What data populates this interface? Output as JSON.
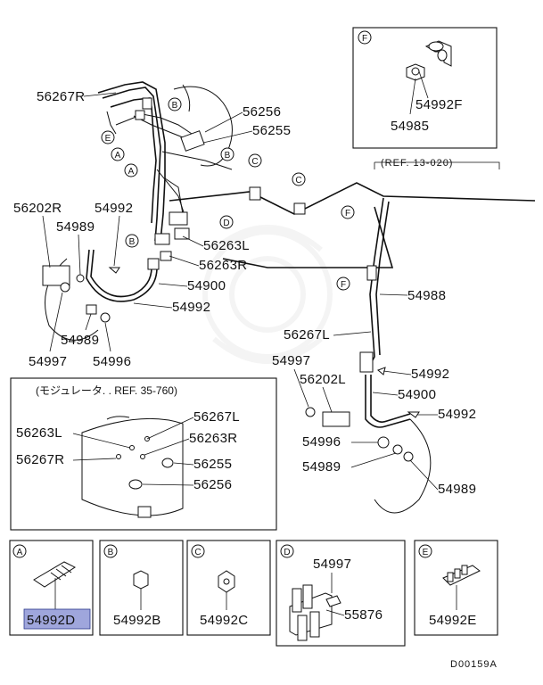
{
  "labels": {
    "p56267R_top": "56267R",
    "p56256_top": "56256",
    "p56255_top": "56255",
    "p56202R": "56202R",
    "p54992_l1": "54992",
    "p54989_l1": "54989",
    "p56263L_top": "56263L",
    "p56263R_top": "56263R",
    "p54900_l": "54900",
    "p54992_l2": "54992",
    "p54989_l2": "54989",
    "p54997_l": "54997",
    "p54996_l": "54996",
    "p54988": "54988",
    "p56267L_r": "56267L",
    "p54997_r": "54997",
    "p56202L": "56202L",
    "p54992_r1": "54992",
    "p54900_r": "54900",
    "p54992_r2": "54992",
    "p54996_r": "54996",
    "p54989_r1": "54989",
    "p54989_r2": "54989",
    "p54992F": "54992F",
    "p54985": "54985"
  },
  "letters": {
    "F": "F",
    "A": "A",
    "B": "B",
    "C": "C",
    "D": "D",
    "E": "E"
  },
  "ref_main": "(REF. 13-020)",
  "modulator": {
    "title": "(モジュレータ. . REF. 35-760)",
    "p56263L": "56263L",
    "p56267L": "56267L",
    "p56263R": "56263R",
    "p56267R": "56267R",
    "p56255": "56255",
    "p56256": "56256"
  },
  "detail_boxes": {
    "A": {
      "letter": "A",
      "part": "54992D",
      "highlighted": true
    },
    "B": {
      "letter": "B",
      "part": "54992B"
    },
    "C": {
      "letter": "C",
      "part": "54992C"
    },
    "D": {
      "letter": "D",
      "part_top": "54997",
      "part_side": "55876"
    },
    "E": {
      "letter": "E",
      "part": "54992E"
    }
  },
  "diagram_code": "D00159A",
  "colors": {
    "highlight_fill": "#9fa6dc",
    "highlight_stroke": "#2c3a8c"
  }
}
